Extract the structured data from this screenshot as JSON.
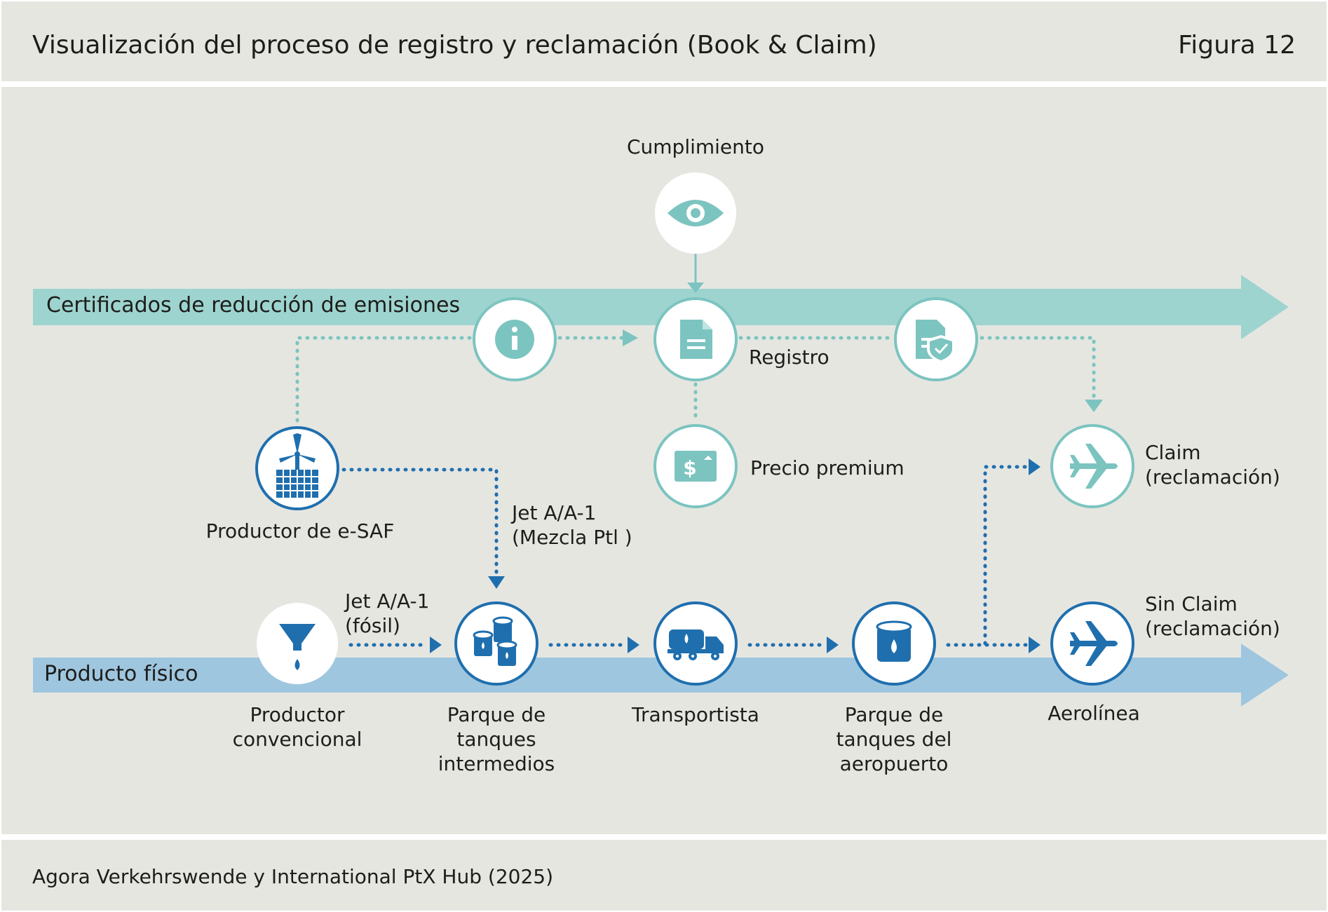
{
  "header": {
    "title": "Visualización del proceso de registro y reclamación (Book & Claim)",
    "figure": "Figura 12"
  },
  "footer": {
    "source": "Agora Verkehrswende y International PtX Hub (2025)"
  },
  "colors": {
    "teal": "#7cc4c0",
    "teal_band": "#9ed4cf",
    "blue": "#1f6fae",
    "blue_band": "#9fc6df",
    "background": "#e6e6e1"
  },
  "bands": {
    "certificates": "Certificados de reducción de emisiones",
    "physical": "Producto físico"
  },
  "nodes": {
    "compliance": {
      "label": "Cumplimiento",
      "icon": "eye-icon"
    },
    "info": {
      "icon": "info-icon"
    },
    "registry": {
      "label": "Registro",
      "icon": "document-icon"
    },
    "verified_doc": {
      "icon": "verified-document-icon"
    },
    "premium": {
      "label": "Precio premium",
      "icon": "dollar-ticket-icon"
    },
    "esaf_producer": {
      "label": "Productor de e-SAF",
      "icon": "wind-solar-icon"
    },
    "claim": {
      "label": "Claim\n(reclamación)",
      "icon": "airplane-icon"
    },
    "no_claim": {
      "label": "Sin Claim\n(reclamación)",
      "icon": "airplane-icon"
    },
    "conventional_producer": {
      "label": "Productor\nconvencional",
      "icon": "funnel-drop-icon"
    },
    "intermediate_tanks": {
      "label": "Parque de\ntanques\nintermedios",
      "icon": "barrels-icon"
    },
    "carrier": {
      "label": "Transportista",
      "icon": "tanker-truck-icon"
    },
    "airport_tanks": {
      "label": "Parque de\ntanques del\naeropuerto",
      "icon": "tank-drop-icon"
    },
    "airline": {
      "label": "Aerolínea",
      "icon": "airplane-icon"
    }
  },
  "edges": {
    "blend": "Jet A/A-1\n(Mezcla Ptl )",
    "fossil": "Jet A/A-1\n(fósil)"
  }
}
